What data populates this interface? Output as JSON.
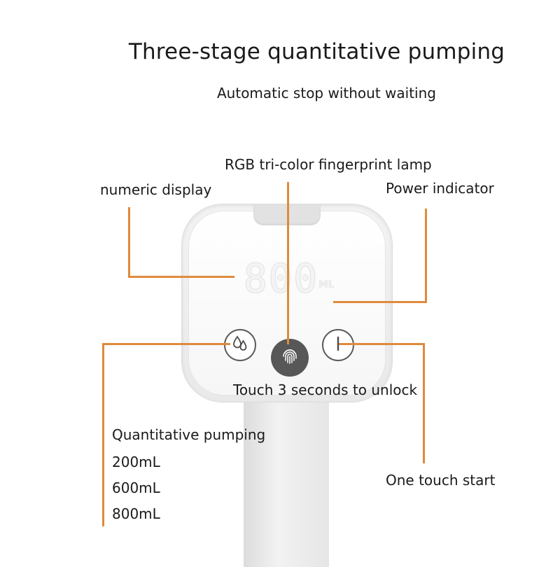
{
  "header": {
    "title": "Three-stage quantitative pumping",
    "subtitle": "Automatic stop without waiting"
  },
  "labels": {
    "fingerprint_lamp": "RGB tri-color fingerprint lamp",
    "numeric_display": "numeric display",
    "power_indicator": "Power indicator",
    "unlock": "Touch 3 seconds to unlock",
    "quantitative_pumping": "Quantitative pumping",
    "one_touch_start": "One touch start"
  },
  "volumes": [
    "200mL",
    "600mL",
    "800mL"
  ],
  "device": {
    "display_value": "800",
    "display_unit": "ML",
    "buttons": [
      "water-drop-icon",
      "fingerprint-icon",
      "power-icon"
    ]
  },
  "colors": {
    "leader_line": "#e08a3c",
    "fingerprint_button": "#575757"
  }
}
